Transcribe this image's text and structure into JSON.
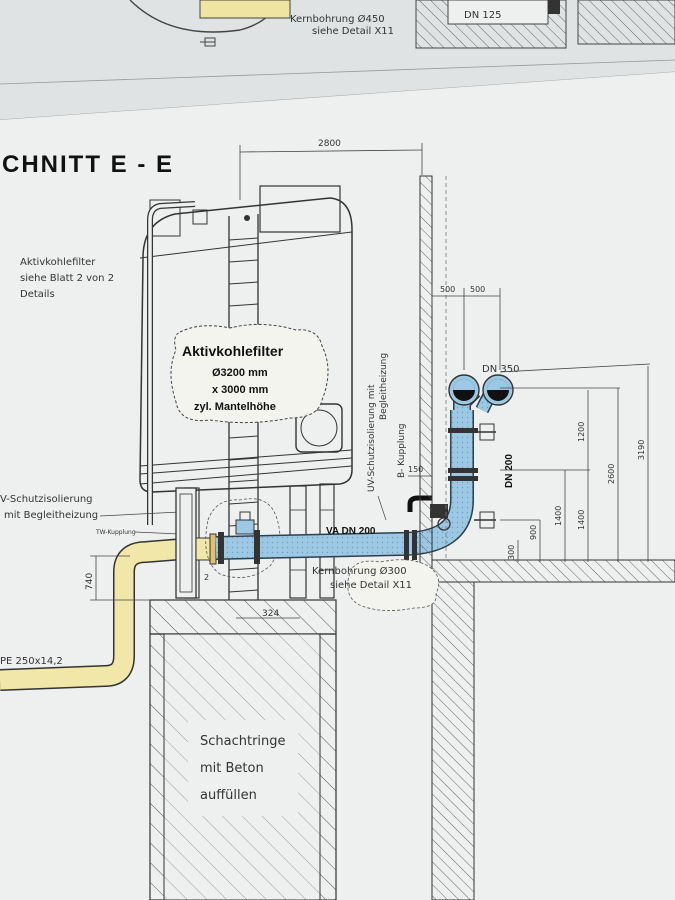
{
  "section_title": "CHNITT  E - E",
  "top_strip": {
    "kernbohrung": "Kernbohrung Ø450",
    "detail": "siehe Detail X11",
    "dn": "DN 125"
  },
  "note_aktivkohlefilter": [
    "Aktivkohlefilter",
    "siehe Blatt 2 von 2",
    "Details"
  ],
  "tank_label": {
    "title": "Aktivkohlefilter",
    "diameter": "Ø3200 mm",
    "height": "x 3000 mm",
    "subtitle": "zyl. Mantelhöhe"
  },
  "left_labels": {
    "insulation_1": "V-Schutzisolierung",
    "insulation_2": "mit Begleitheizung",
    "tw_coupling": "TW-Kupplung",
    "pipe": "PE 250x14,2"
  },
  "pipe_labels": {
    "va_dn": "VA DN 200",
    "dn200_vertical": "DN 200",
    "dn350": "DN 350",
    "uv_isolation": "UV-Schutzisolierung mit",
    "begleitheizung": "Begleitheizung",
    "b_kupplung": "B- Kupplung"
  },
  "kernbohrung_bottom": [
    "Kernbohrung Ø300",
    "siehe Detail X11"
  ],
  "shaft_note": [
    "Schachtringe",
    "mit Beton",
    "auffüllen"
  ],
  "dimensions": {
    "d2800": "2800",
    "d500a": "500",
    "d500b": "500",
    "d150": "150",
    "d1200": "1200",
    "d2600": "2600",
    "d3190": "3190",
    "d1400a": "1400",
    "d1400b": "1400",
    "d900": "900",
    "d300": "300",
    "d740": "740",
    "d324": "324",
    "d2": "2"
  },
  "colors": {
    "paper": "#e9ecec",
    "line": "#3a3a3a",
    "pipe_blue": "#9cc8e4",
    "pipe_yellow": "#f1e7a8",
    "label_bg": "#f4f4ef"
  }
}
